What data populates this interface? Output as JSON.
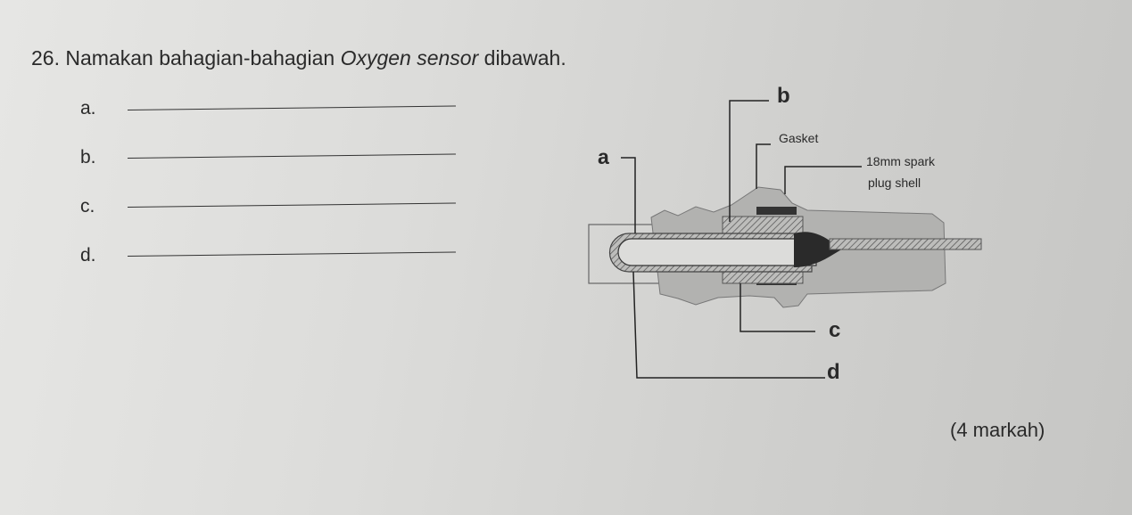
{
  "question": {
    "number": "26.",
    "text_before": "Namakan bahagian-bahagian ",
    "text_italic": "Oxygen sensor",
    "text_after": " dibawah."
  },
  "answers": [
    {
      "label": "a."
    },
    {
      "label": "b."
    },
    {
      "label": "c."
    },
    {
      "label": "d."
    }
  ],
  "diagram": {
    "labels": {
      "a": "a",
      "b": "b",
      "c": "c",
      "d": "d",
      "gasket": "Gasket",
      "shell_line1": "18mm spark",
      "shell_line2": "plug shell"
    }
  },
  "marks": "(4 markah)"
}
